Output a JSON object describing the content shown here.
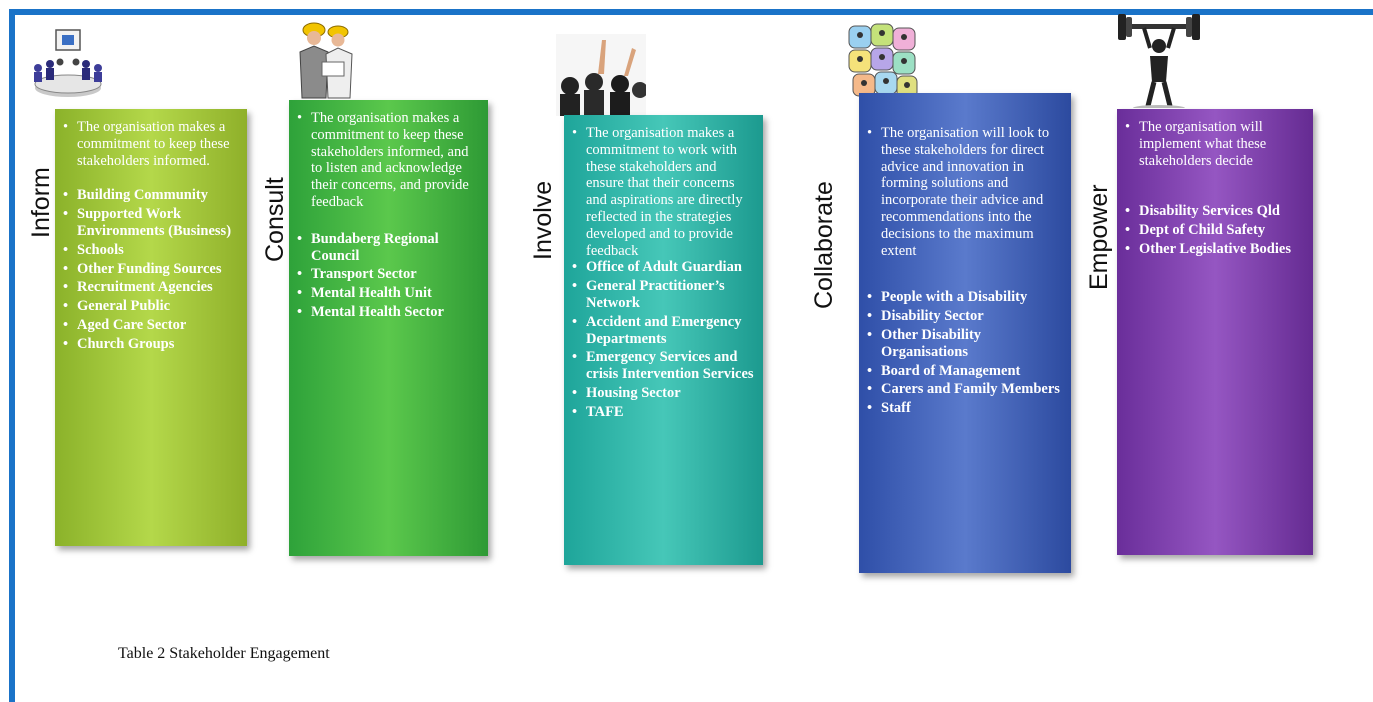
{
  "columns": [
    {
      "label": "Inform",
      "description": "The organisation makes a commitment to keep these stakeholders informed.",
      "stakeholders": [
        "Building Community",
        "Supported Work Environments (Business)",
        "Schools",
        "Other  Funding Sources",
        "Recruitment Agencies",
        "General Public",
        "Aged Care Sector",
        "Church Groups"
      ],
      "icon": "meeting-group-icon",
      "color": "#a4c93c"
    },
    {
      "label": "Consult",
      "description": "The organisation makes a commitment to keep these stakeholders informed, and  to listen and acknowledge their concerns, and provide feedback",
      "stakeholders": [
        "Bundaberg Regional Council",
        "Transport Sector",
        "Mental Health  Unit",
        "Mental Health Sector"
      ],
      "icon": "construction-workers-icon",
      "color": "#48b844"
    },
    {
      "label": "Involve",
      "description": "The organisation makes a commitment to work with these stakeholders and ensure that their concerns and aspirations are directly reflected in the strategies developed and to provide feedback",
      "stakeholders": [
        "Office of Adult Guardian",
        "General Practitioner’s Network",
        "Accident and Emergency Departments",
        "Emergency Services and crisis Intervention Services",
        "Housing Sector",
        "TAFE"
      ],
      "icon": "raised-hands-audience-icon",
      "color": "#36b8aa"
    },
    {
      "label": "Collaborate",
      "description": "The organisation will look to these stakeholders for direct advice and innovation in forming solutions and incorporate their advice and recommendations into the decisions to the maximum extent",
      "stakeholders": [
        "People with a Disability",
        "Disability Sector",
        "Other Disability Organisations",
        "Board of Management",
        "Carers and Family Members",
        "Staff"
      ],
      "icon": "puzzle-people-icon",
      "color": "#4567bd"
    },
    {
      "label": "Empower",
      "description": "The organisation will implement what these stakeholders decide",
      "stakeholders": [
        "Disability Services Qld",
        "Dept of Child Safety",
        "Other Legislative Bodies"
      ],
      "icon": "weightlifter-icon",
      "color": "#8246b4"
    }
  ],
  "caption": "Table 2 Stakeholder Engagement",
  "frame_color": "#1a73c8"
}
